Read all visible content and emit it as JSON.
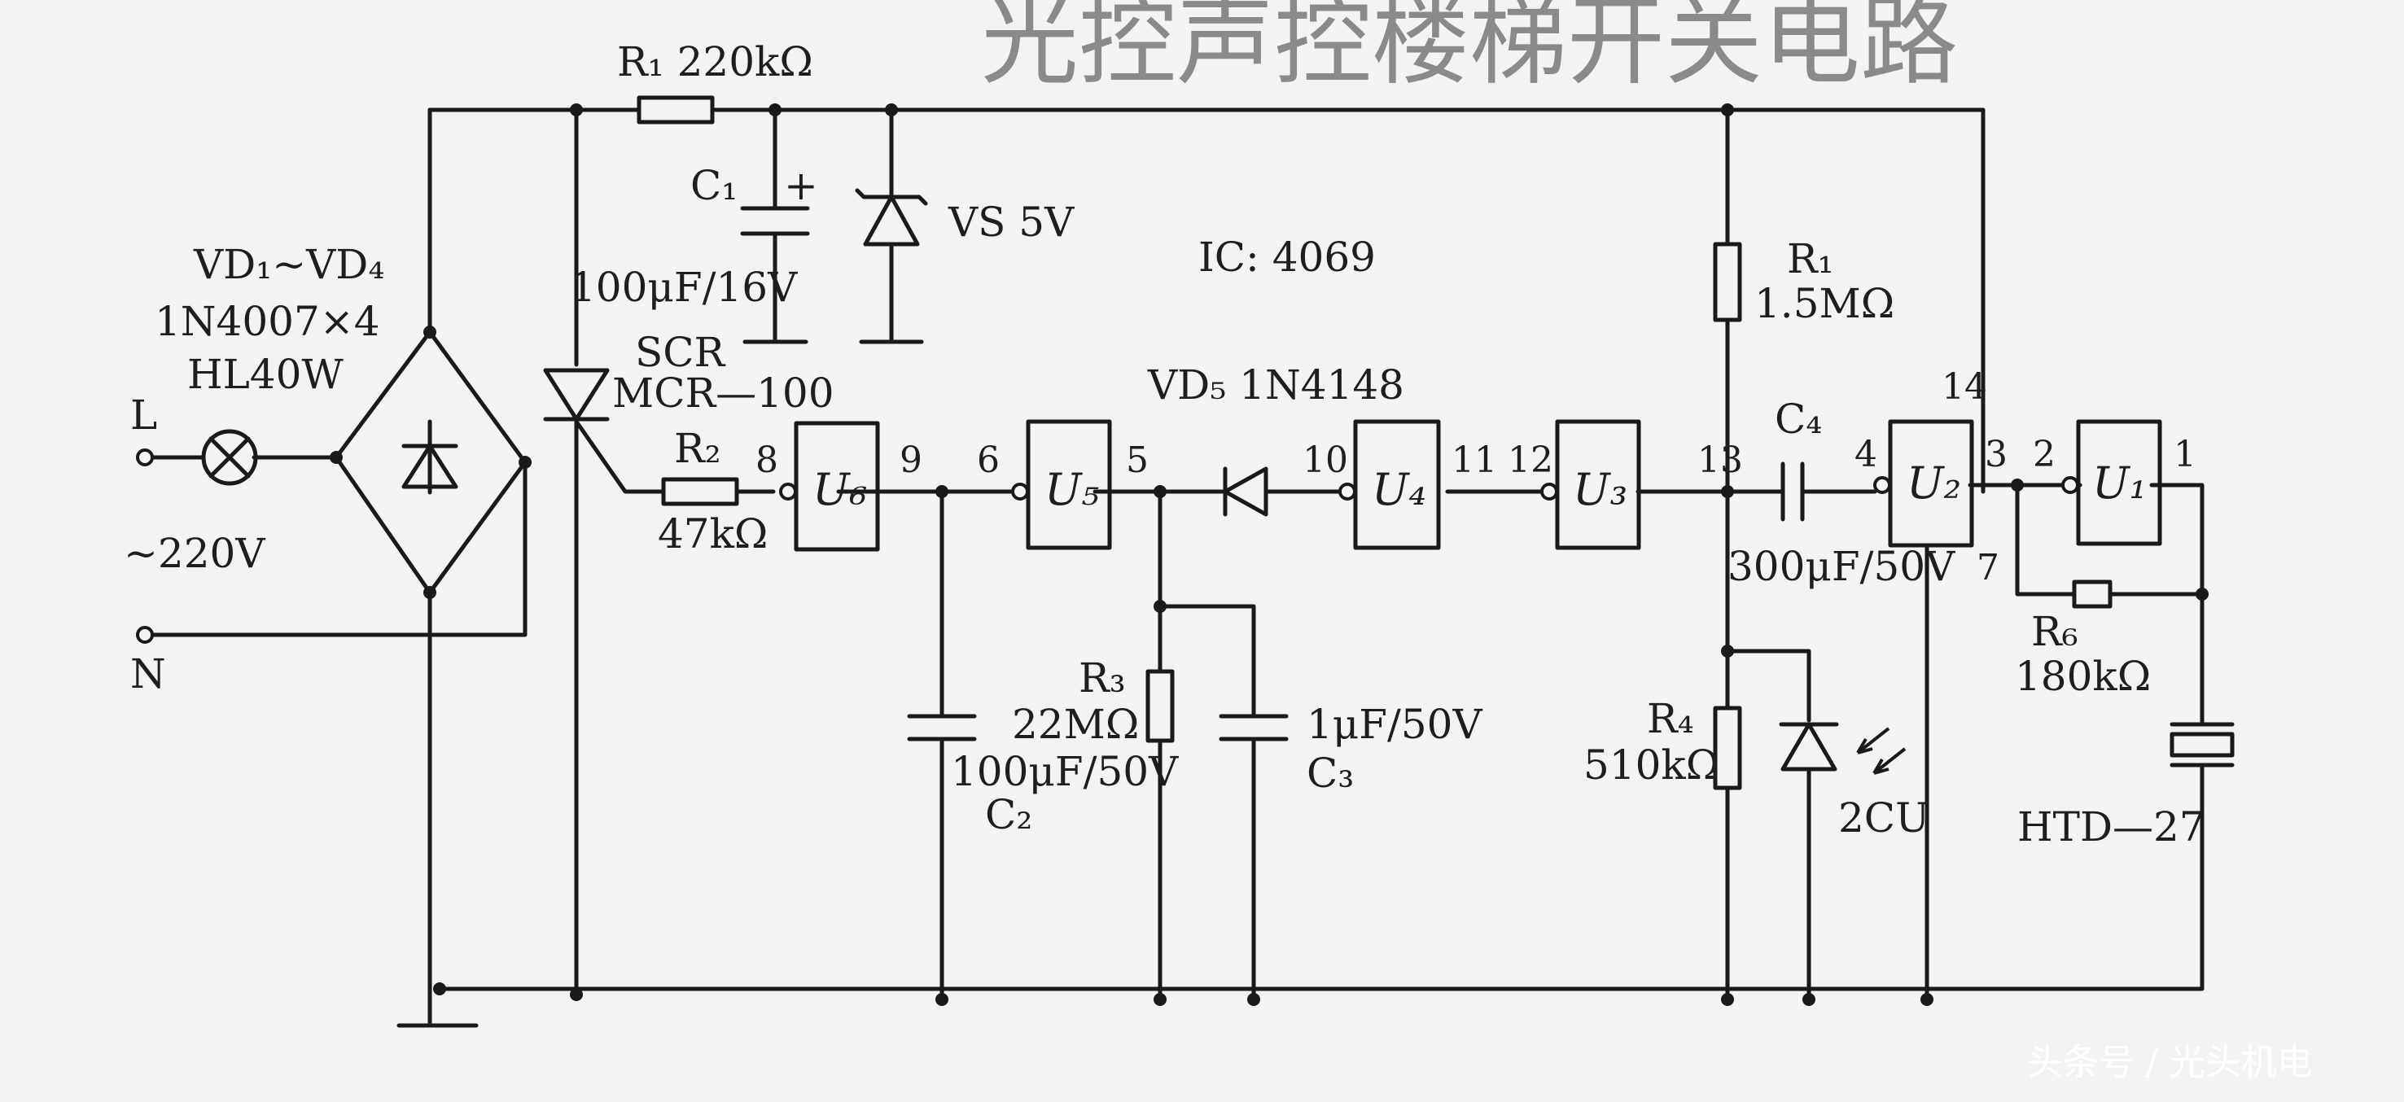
{
  "title": "光控声控楼梯开关电路",
  "watermark": "头条号 / 光头机电",
  "ic_label": "IC: 4069",
  "power": {
    "L": "L",
    "N": "N",
    "voltage": "~220V"
  },
  "bridge": {
    "label": "VD₁~VD₄",
    "part": "1N4007×4"
  },
  "lamp": {
    "label": "HL40W"
  },
  "scr": {
    "label": "SCR",
    "part": "MCR—100"
  },
  "R1_top": {
    "label": "R₁ 220kΩ"
  },
  "C1": {
    "label": "C₁",
    "polarity": "+",
    "value": "100μF/16V"
  },
  "VS": {
    "label": "VS 5V"
  },
  "R2": {
    "label": "R₂",
    "value": "47kΩ"
  },
  "R3": {
    "label": "R₃",
    "value": "22MΩ"
  },
  "C2": {
    "label": "C₂",
    "value": "100μF/50V"
  },
  "C3": {
    "label": "C₃",
    "value": "1μF/50V"
  },
  "VD5": {
    "label": "VD₅ 1N4148"
  },
  "R1_right": {
    "label": "R₁",
    "value": "1.5MΩ"
  },
  "C4": {
    "label": "C₄",
    "value": "300μF/50V"
  },
  "R4": {
    "label": "R₄",
    "value": "510kΩ"
  },
  "photo": {
    "label": "2CU"
  },
  "R6": {
    "label": "R₆",
    "value": "180kΩ"
  },
  "buzzer": {
    "label": "HTD—27"
  },
  "gates": {
    "U6": "U₆",
    "U5": "U₅",
    "U4": "U₄",
    "U3": "U₃",
    "U2": "U₂",
    "U1": "U₁"
  },
  "pins": {
    "p8": "8",
    "p9": "9",
    "p6": "6",
    "p5": "5",
    "p10": "10",
    "p11": "11",
    "p12": "12",
    "p13": "13",
    "p4": "4",
    "p14": "14",
    "p3": "3",
    "p2": "2",
    "p1": "1",
    "p7": "7"
  }
}
